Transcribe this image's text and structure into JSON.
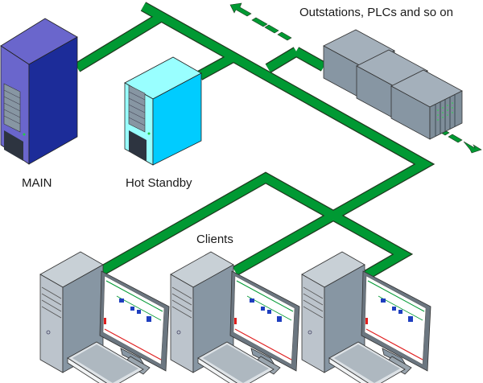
{
  "diagram": {
    "type": "network-topology",
    "colors": {
      "network": "#009933",
      "network_outline": "#1e3a1e",
      "main_server_front": "#6a66cc",
      "main_server_side": "#1c2c99",
      "standby_front": "#99ffff",
      "standby_side": "#00ccff",
      "plc_body": "#8796a3",
      "client_case": "#bcc4cc"
    },
    "labels": {
      "outstations": "Outstations, PLCs and so on",
      "main": "MAIN",
      "standby": "Hot Standby",
      "clients": "Clients"
    },
    "nodes": [
      {
        "id": "main",
        "kind": "server",
        "label_key": "main",
        "icon": "server-tower-icon"
      },
      {
        "id": "standby",
        "kind": "server",
        "label_key": "standby",
        "icon": "server-tower-icon"
      },
      {
        "id": "plc1",
        "kind": "plc-rack",
        "icon": "plc-rack-icon"
      },
      {
        "id": "plc2",
        "kind": "plc-rack",
        "icon": "plc-rack-icon"
      },
      {
        "id": "plc3",
        "kind": "plc-rack",
        "icon": "plc-rack-icon"
      },
      {
        "id": "client1",
        "kind": "workstation",
        "icon": "workstation-icon"
      },
      {
        "id": "client2",
        "kind": "workstation",
        "icon": "workstation-icon"
      },
      {
        "id": "client3",
        "kind": "workstation",
        "icon": "workstation-icon"
      }
    ],
    "links": [
      {
        "from": "main",
        "to": "bus"
      },
      {
        "from": "standby",
        "to": "bus"
      },
      {
        "from": "bus",
        "to": "outstations"
      },
      {
        "from": "bus",
        "to": "client2"
      },
      {
        "from": "client1",
        "to": "client3"
      }
    ]
  }
}
